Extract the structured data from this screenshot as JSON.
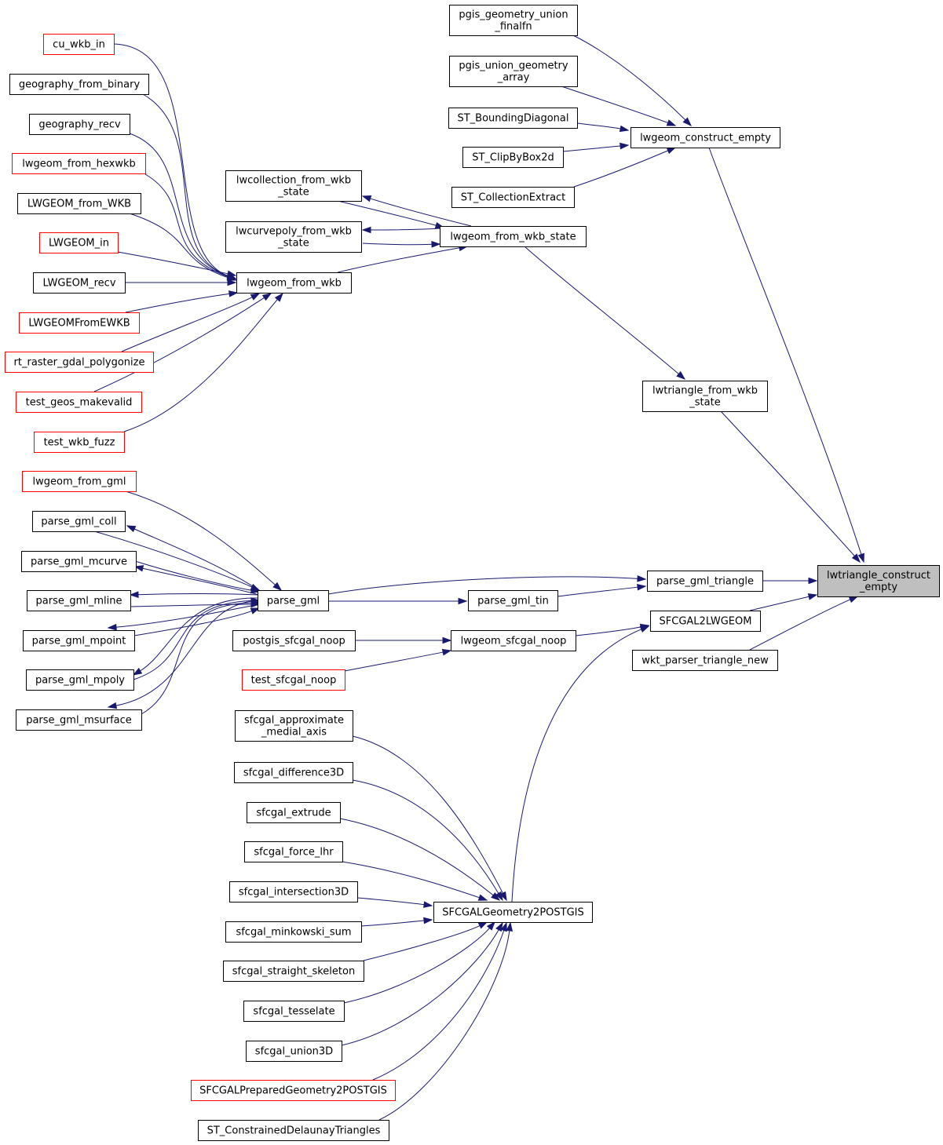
{
  "colors": {
    "edge": "#191970",
    "border": "#000000",
    "border_red": "#ff0000",
    "focus_fill": "#bfbfbf"
  },
  "nodes": {
    "target": {
      "lines": [
        "lwtriangle_construct",
        "_empty"
      ],
      "style": "focus"
    },
    "lwgeom_construct_empty": {
      "lines": [
        "lwgeom_construct_empty"
      ]
    },
    "pgis_geometry_union_finalfn": {
      "lines": [
        "pgis_geometry_union",
        "_finalfn"
      ]
    },
    "pgis_union_geometry_array": {
      "lines": [
        "pgis_union_geometry",
        "_array"
      ]
    },
    "st_boundingdiagonal": {
      "lines": [
        "ST_BoundingDiagonal"
      ]
    },
    "st_clipbybox2d": {
      "lines": [
        "ST_ClipByBox2d"
      ]
    },
    "st_collectionextract": {
      "lines": [
        "ST_CollectionExtract"
      ]
    },
    "lwcollection_from_wkb_state": {
      "lines": [
        "lwcollection_from_wkb",
        "_state"
      ]
    },
    "lwgeom_from_wkb_state": {
      "lines": [
        "lwgeom_from_wkb_state"
      ]
    },
    "lwcurvepoly_from_wkb_state": {
      "lines": [
        "lwcurvepoly_from_wkb",
        "_state"
      ]
    },
    "lwgeom_from_wkb": {
      "lines": [
        "lwgeom_from_wkb"
      ]
    },
    "cu_wkb_in": {
      "lines": [
        "cu_wkb_in"
      ],
      "style": "red"
    },
    "geography_from_binary": {
      "lines": [
        "geography_from_binary"
      ]
    },
    "geography_recv": {
      "lines": [
        "geography_recv"
      ]
    },
    "lwgeom_from_hexwkb": {
      "lines": [
        "lwgeom_from_hexwkb"
      ],
      "style": "red"
    },
    "lwgeom_from_wkb_caller": {
      "lines": [
        "LWGEOM_from_WKB"
      ]
    },
    "lwgeom_in": {
      "lines": [
        "LWGEOM_in"
      ],
      "style": "red"
    },
    "lwgeom_recv": {
      "lines": [
        "LWGEOM_recv"
      ]
    },
    "lwgeomfromewkb": {
      "lines": [
        "LWGEOMFromEWKB"
      ],
      "style": "red"
    },
    "rt_raster_gdal_polygonize": {
      "lines": [
        "rt_raster_gdal_polygonize"
      ],
      "style": "red"
    },
    "test_geos_makevalid": {
      "lines": [
        "test_geos_makevalid"
      ],
      "style": "red"
    },
    "test_wkb_fuzz": {
      "lines": [
        "test_wkb_fuzz"
      ],
      "style": "red"
    },
    "lwtriangle_from_wkb_state": {
      "lines": [
        "lwtriangle_from_wkb",
        "_state"
      ]
    },
    "lwgeom_from_gml": {
      "lines": [
        "lwgeom_from_gml"
      ],
      "style": "red"
    },
    "parse_gml_coll": {
      "lines": [
        "parse_gml_coll"
      ]
    },
    "parse_gml_mcurve": {
      "lines": [
        "parse_gml_mcurve"
      ]
    },
    "parse_gml_mline": {
      "lines": [
        "parse_gml_mline"
      ]
    },
    "parse_gml_mpoint": {
      "lines": [
        "parse_gml_mpoint"
      ]
    },
    "parse_gml_mpoly": {
      "lines": [
        "parse_gml_mpoly"
      ]
    },
    "parse_gml_msurface": {
      "lines": [
        "parse_gml_msurface"
      ]
    },
    "parse_gml": {
      "lines": [
        "parse_gml"
      ]
    },
    "parse_gml_triangle": {
      "lines": [
        "parse_gml_triangle"
      ]
    },
    "parse_gml_tin": {
      "lines": [
        "parse_gml_tin"
      ]
    },
    "sfcgal2lwgeom": {
      "lines": [
        "SFCGAL2LWGEOM"
      ]
    },
    "wkt_parser_triangle_new": {
      "lines": [
        "wkt_parser_triangle_new"
      ]
    },
    "postgis_sfcgal_noop": {
      "lines": [
        "postgis_sfcgal_noop"
      ]
    },
    "lwgeom_sfcgal_noop": {
      "lines": [
        "lwgeom_sfcgal_noop"
      ]
    },
    "test_sfcgal_noop": {
      "lines": [
        "test_sfcgal_noop"
      ],
      "style": "red"
    },
    "sfcgal_approximate_medial_axis": {
      "lines": [
        "sfcgal_approximate",
        "_medial_axis"
      ]
    },
    "sfcgal_difference3d": {
      "lines": [
        "sfcgal_difference3D"
      ]
    },
    "sfcgal_extrude": {
      "lines": [
        "sfcgal_extrude"
      ]
    },
    "sfcgal_force_lhr": {
      "lines": [
        "sfcgal_force_lhr"
      ]
    },
    "sfcgal_intersection3d": {
      "lines": [
        "sfcgal_intersection3D"
      ]
    },
    "sfcgal_minkowski_sum": {
      "lines": [
        "sfcgal_minkowski_sum"
      ]
    },
    "sfcgal_straight_skeleton": {
      "lines": [
        "sfcgal_straight_skeleton"
      ]
    },
    "sfcgal_tesselate": {
      "lines": [
        "sfcgal_tesselate"
      ]
    },
    "sfcgal_union3d": {
      "lines": [
        "sfcgal_union3D"
      ]
    },
    "sfcgalpreparedgeometry2postgis": {
      "lines": [
        "SFCGALPreparedGeometry2POSTGIS"
      ],
      "style": "red"
    },
    "st_constraineddelaunaytriangles": {
      "lines": [
        "ST_ConstrainedDelaunayTriangles"
      ]
    },
    "sfcgalgeometry2postgis": {
      "lines": [
        "SFCGALGeometry2POSTGIS"
      ]
    }
  },
  "edges": [
    {
      "from": "lwgeom_construct_empty",
      "to": "target"
    },
    {
      "from": "pgis_geometry_union_finalfn",
      "to": "lwgeom_construct_empty"
    },
    {
      "from": "pgis_union_geometry_array",
      "to": "lwgeom_construct_empty"
    },
    {
      "from": "st_boundingdiagonal",
      "to": "lwgeom_construct_empty"
    },
    {
      "from": "st_clipbybox2d",
      "to": "lwgeom_construct_empty"
    },
    {
      "from": "st_collectionextract",
      "to": "lwgeom_construct_empty"
    },
    {
      "from": "lwtriangle_from_wkb_state",
      "to": "target"
    },
    {
      "from": "lwgeom_from_wkb_state",
      "to": "lwtriangle_from_wkb_state"
    },
    {
      "from": "lwgeom_from_wkb_state",
      "to": "lwcollection_from_wkb_state"
    },
    {
      "from": "lwcollection_from_wkb_state",
      "to": "lwgeom_from_wkb_state"
    },
    {
      "from": "lwgeom_from_wkb_state",
      "to": "lwcurvepoly_from_wkb_state"
    },
    {
      "from": "lwcurvepoly_from_wkb_state",
      "to": "lwgeom_from_wkb_state"
    },
    {
      "from": "lwgeom_from_wkb",
      "to": "lwgeom_from_wkb_state"
    },
    {
      "from": "cu_wkb_in",
      "to": "lwgeom_from_wkb"
    },
    {
      "from": "geography_from_binary",
      "to": "lwgeom_from_wkb"
    },
    {
      "from": "geography_recv",
      "to": "lwgeom_from_wkb"
    },
    {
      "from": "lwgeom_from_hexwkb",
      "to": "lwgeom_from_wkb"
    },
    {
      "from": "lwgeom_from_wkb_caller",
      "to": "lwgeom_from_wkb"
    },
    {
      "from": "lwgeom_in",
      "to": "lwgeom_from_wkb"
    },
    {
      "from": "lwgeom_recv",
      "to": "lwgeom_from_wkb"
    },
    {
      "from": "lwgeomfromewkb",
      "to": "lwgeom_from_wkb"
    },
    {
      "from": "rt_raster_gdal_polygonize",
      "to": "lwgeom_from_wkb"
    },
    {
      "from": "test_geos_makevalid",
      "to": "lwgeom_from_wkb"
    },
    {
      "from": "test_wkb_fuzz",
      "to": "lwgeom_from_wkb"
    },
    {
      "from": "parse_gml_triangle",
      "to": "target"
    },
    {
      "from": "sfcgal2lwgeom",
      "to": "target"
    },
    {
      "from": "wkt_parser_triangle_new",
      "to": "target"
    },
    {
      "from": "parse_gml",
      "to": "parse_gml_triangle"
    },
    {
      "from": "parse_gml_tin",
      "to": "parse_gml_triangle"
    },
    {
      "from": "parse_gml",
      "to": "parse_gml_tin"
    },
    {
      "from": "lwgeom_from_gml",
      "to": "parse_gml"
    },
    {
      "from": "parse_gml_coll",
      "to": "parse_gml"
    },
    {
      "from": "parse_gml",
      "to": "parse_gml_coll"
    },
    {
      "from": "parse_gml_mcurve",
      "to": "parse_gml"
    },
    {
      "from": "parse_gml",
      "to": "parse_gml_mcurve"
    },
    {
      "from": "parse_gml_mline",
      "to": "parse_gml"
    },
    {
      "from": "parse_gml",
      "to": "parse_gml_mline"
    },
    {
      "from": "parse_gml_mpoint",
      "to": "parse_gml"
    },
    {
      "from": "parse_gml",
      "to": "parse_gml_mpoint"
    },
    {
      "from": "parse_gml_mpoly",
      "to": "parse_gml"
    },
    {
      "from": "parse_gml",
      "to": "parse_gml_mpoly"
    },
    {
      "from": "parse_gml_msurface",
      "to": "parse_gml"
    },
    {
      "from": "parse_gml",
      "to": "parse_gml_msurface"
    },
    {
      "from": "lwgeom_sfcgal_noop",
      "to": "sfcgal2lwgeom"
    },
    {
      "from": "sfcgalgeometry2postgis",
      "to": "sfcgal2lwgeom"
    },
    {
      "from": "postgis_sfcgal_noop",
      "to": "lwgeom_sfcgal_noop"
    },
    {
      "from": "test_sfcgal_noop",
      "to": "lwgeom_sfcgal_noop"
    },
    {
      "from": "sfcgal_approximate_medial_axis",
      "to": "sfcgalgeometry2postgis"
    },
    {
      "from": "sfcgal_difference3d",
      "to": "sfcgalgeometry2postgis"
    },
    {
      "from": "sfcgal_extrude",
      "to": "sfcgalgeometry2postgis"
    },
    {
      "from": "sfcgal_force_lhr",
      "to": "sfcgalgeometry2postgis"
    },
    {
      "from": "sfcgal_intersection3d",
      "to": "sfcgalgeometry2postgis"
    },
    {
      "from": "sfcgal_minkowski_sum",
      "to": "sfcgalgeometry2postgis"
    },
    {
      "from": "sfcgal_straight_skeleton",
      "to": "sfcgalgeometry2postgis"
    },
    {
      "from": "sfcgal_tesselate",
      "to": "sfcgalgeometry2postgis"
    },
    {
      "from": "sfcgal_union3d",
      "to": "sfcgalgeometry2postgis"
    },
    {
      "from": "sfcgalpreparedgeometry2postgis",
      "to": "sfcgalgeometry2postgis"
    },
    {
      "from": "st_constraineddelaunaytriangles",
      "to": "sfcgalgeometry2postgis"
    }
  ]
}
